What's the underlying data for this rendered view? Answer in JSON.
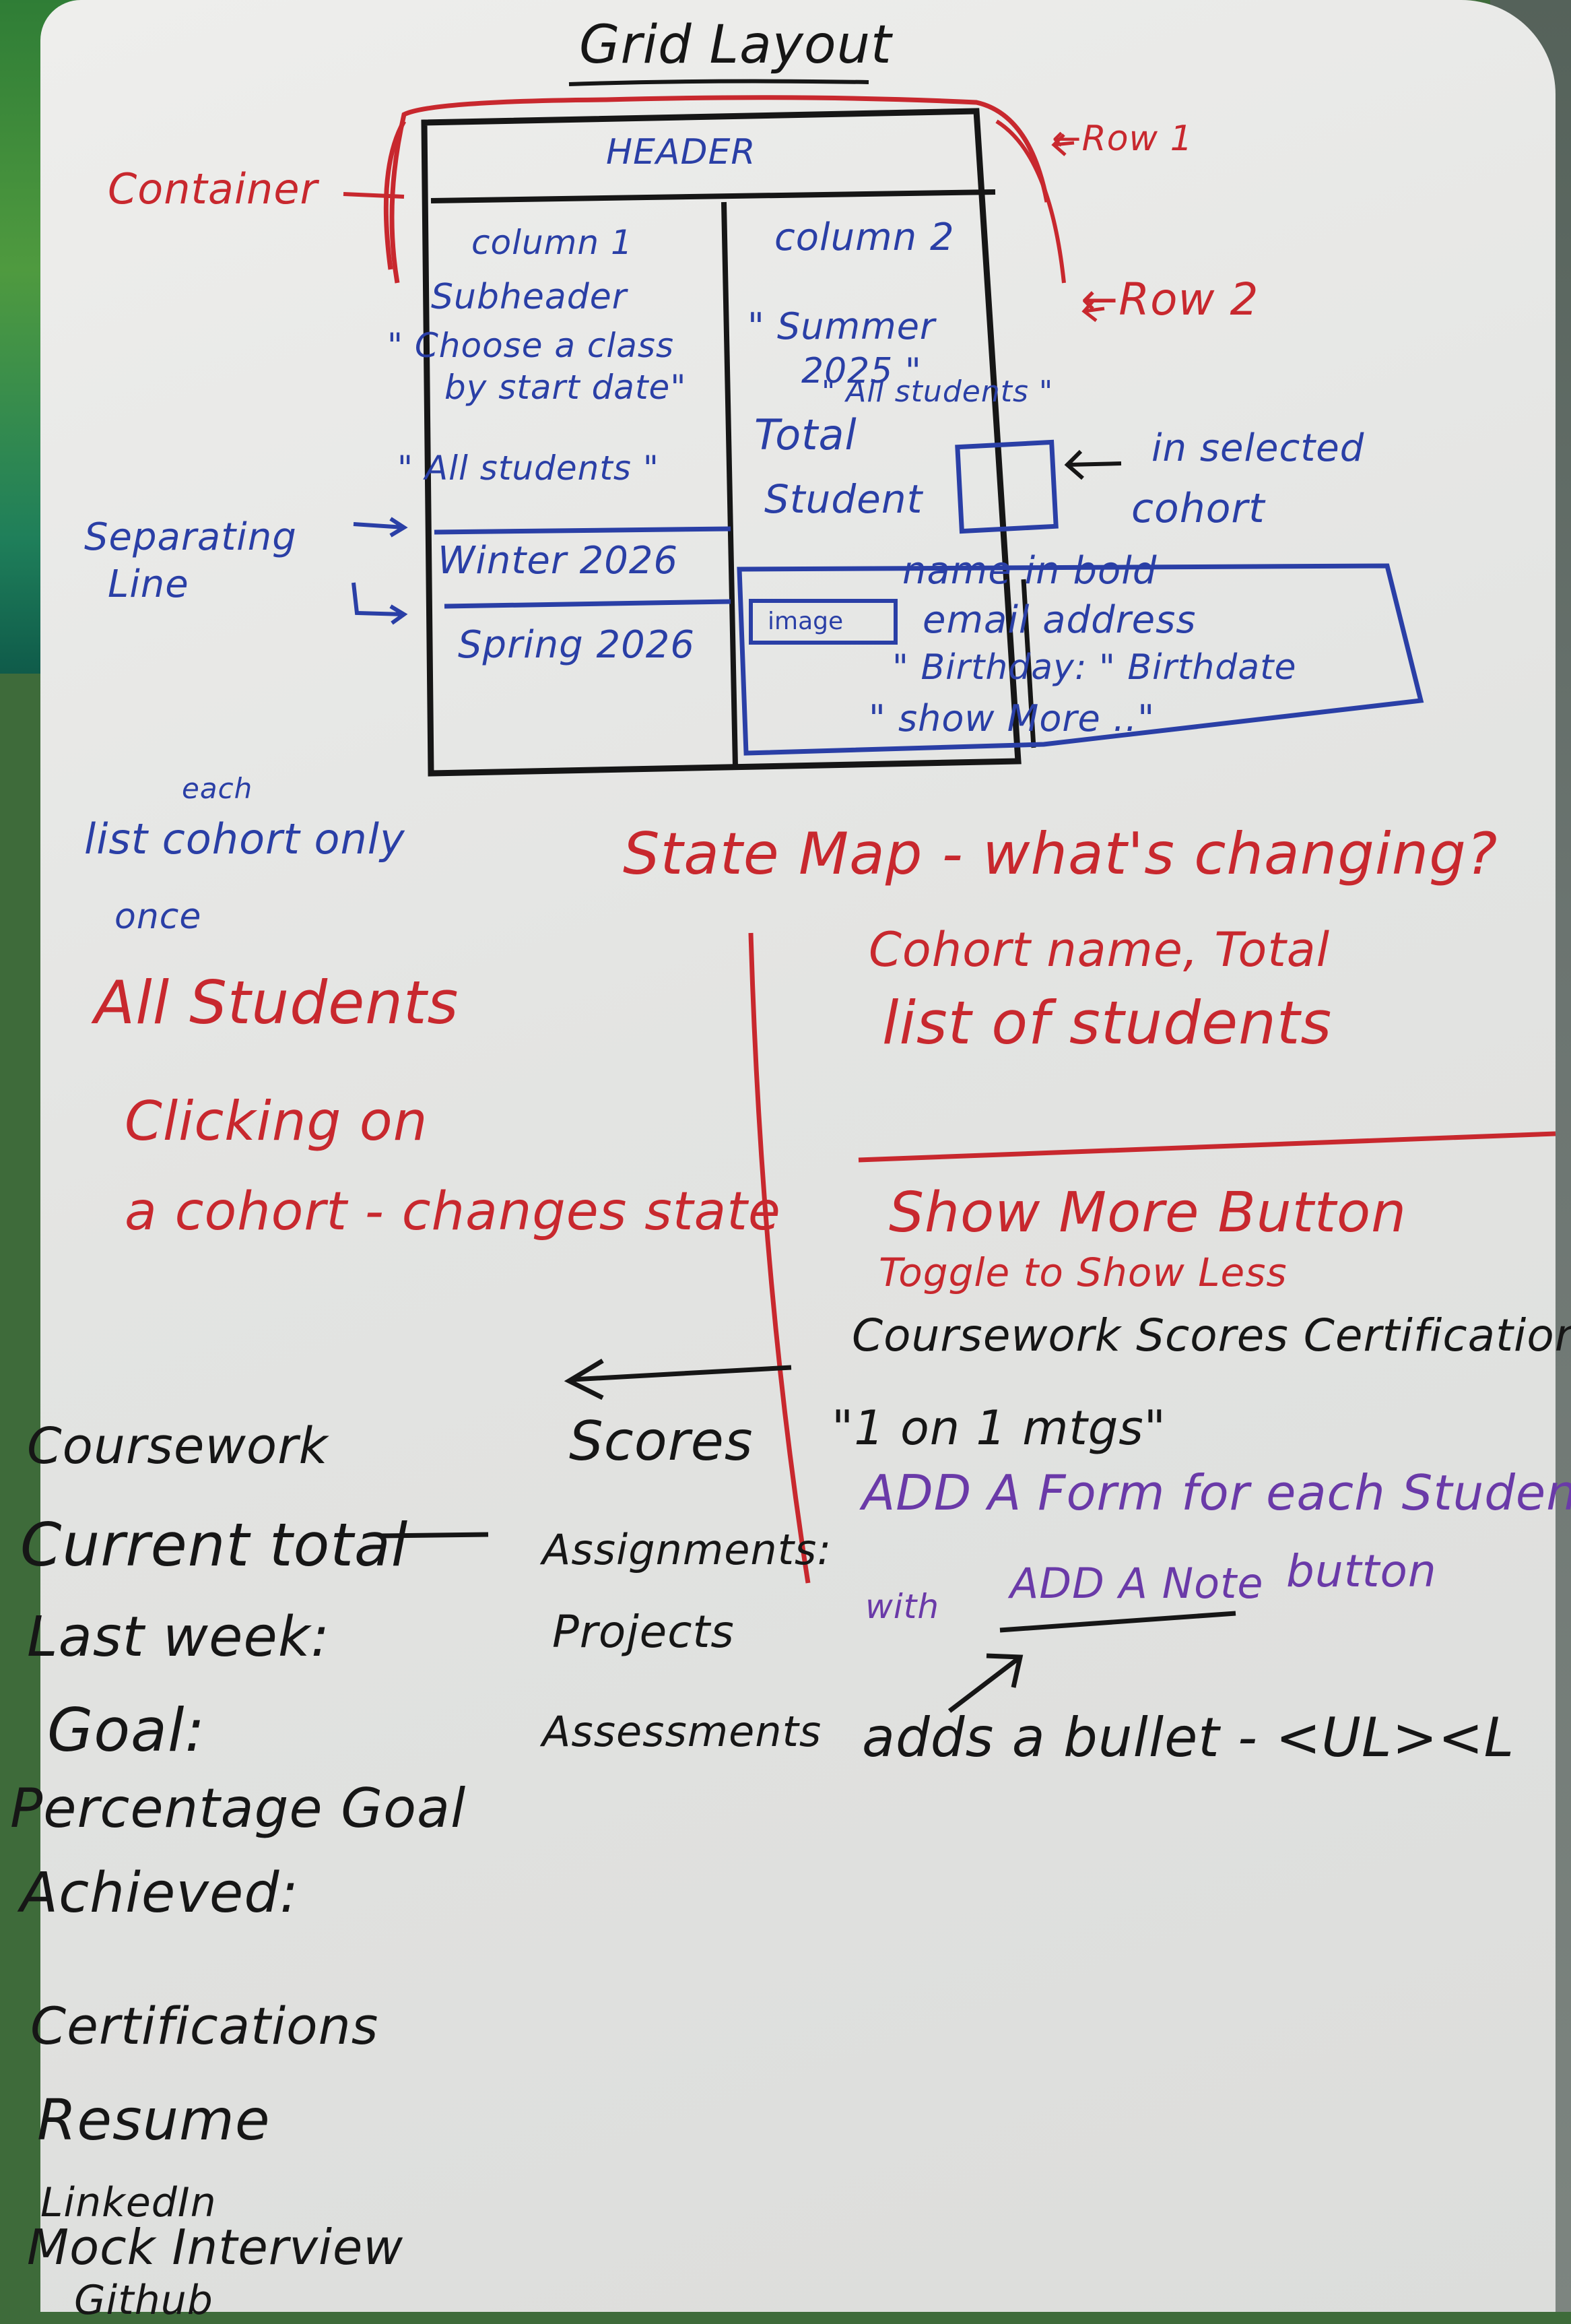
{
  "title": "Grid Layout",
  "grid": {
    "header": "HEADER",
    "column1": "column 1",
    "column2": "column 2",
    "subheader": "Subheader",
    "choose_a_class": "\" Choose a class",
    "by_start_date": "by start date\"",
    "all_students_cohort": "\" All students \"",
    "winter": "Winter 2026",
    "spring": "Spring 2026",
    "summer": "\" Summer",
    "summer_year": "2025 \"",
    "all_students_label": "\" All students \"",
    "total": "Total",
    "student": "Student",
    "image": "image",
    "name_in_bold": "name in bold",
    "email": "email address",
    "birthday": "\" Birthday: \" Birthdate",
    "show_more": "\" show More ..\""
  },
  "annotations": {
    "container": "Container",
    "row1": "←Row 1",
    "row2": "←Row 2",
    "in_selected": "in selected",
    "cohort": "cohort",
    "separating_line_1": "Separating",
    "separating_line_2": "Line"
  },
  "left_notes": {
    "list_each_cohort": "list cohort only",
    "each": "each",
    "once": "once",
    "all_students": "All Students",
    "clicking_on": "Clicking on",
    "cohort_changes_state": "a cohort - changes state"
  },
  "state_map": {
    "title": "State Map - what's changing?",
    "cohort_name": "Cohort name, Total",
    "list_of_students": "list of students"
  },
  "show_more_section": {
    "title": "Show More Button",
    "toggle": "Toggle to Show Less",
    "topics": "Coursework  Scores  Certifications",
    "one_on_one": "\"1 on 1 mtgs\"",
    "add_form": "ADD A Form for each Student",
    "with": "with",
    "add_note": "ADD A Note",
    "button": "button",
    "adds_bullet": "adds a bullet - <UL><L"
  },
  "coursework_list": {
    "heading": "Coursework",
    "items": [
      "Current total",
      "Last week:",
      "Goal:",
      "Percentage Goal",
      "Achieved:",
      "Certifications",
      "Resume",
      "LinkedIn",
      "Mock Interview",
      "Github"
    ]
  },
  "scores_list": {
    "heading": "Scores",
    "items": [
      "Assignments:",
      "Projects",
      "Assessments"
    ]
  },
  "colors": {
    "marker_black": "#161616",
    "marker_red": "#c8282e",
    "marker_blue": "#2a3fa6",
    "marker_purple": "#6a3aa8"
  }
}
